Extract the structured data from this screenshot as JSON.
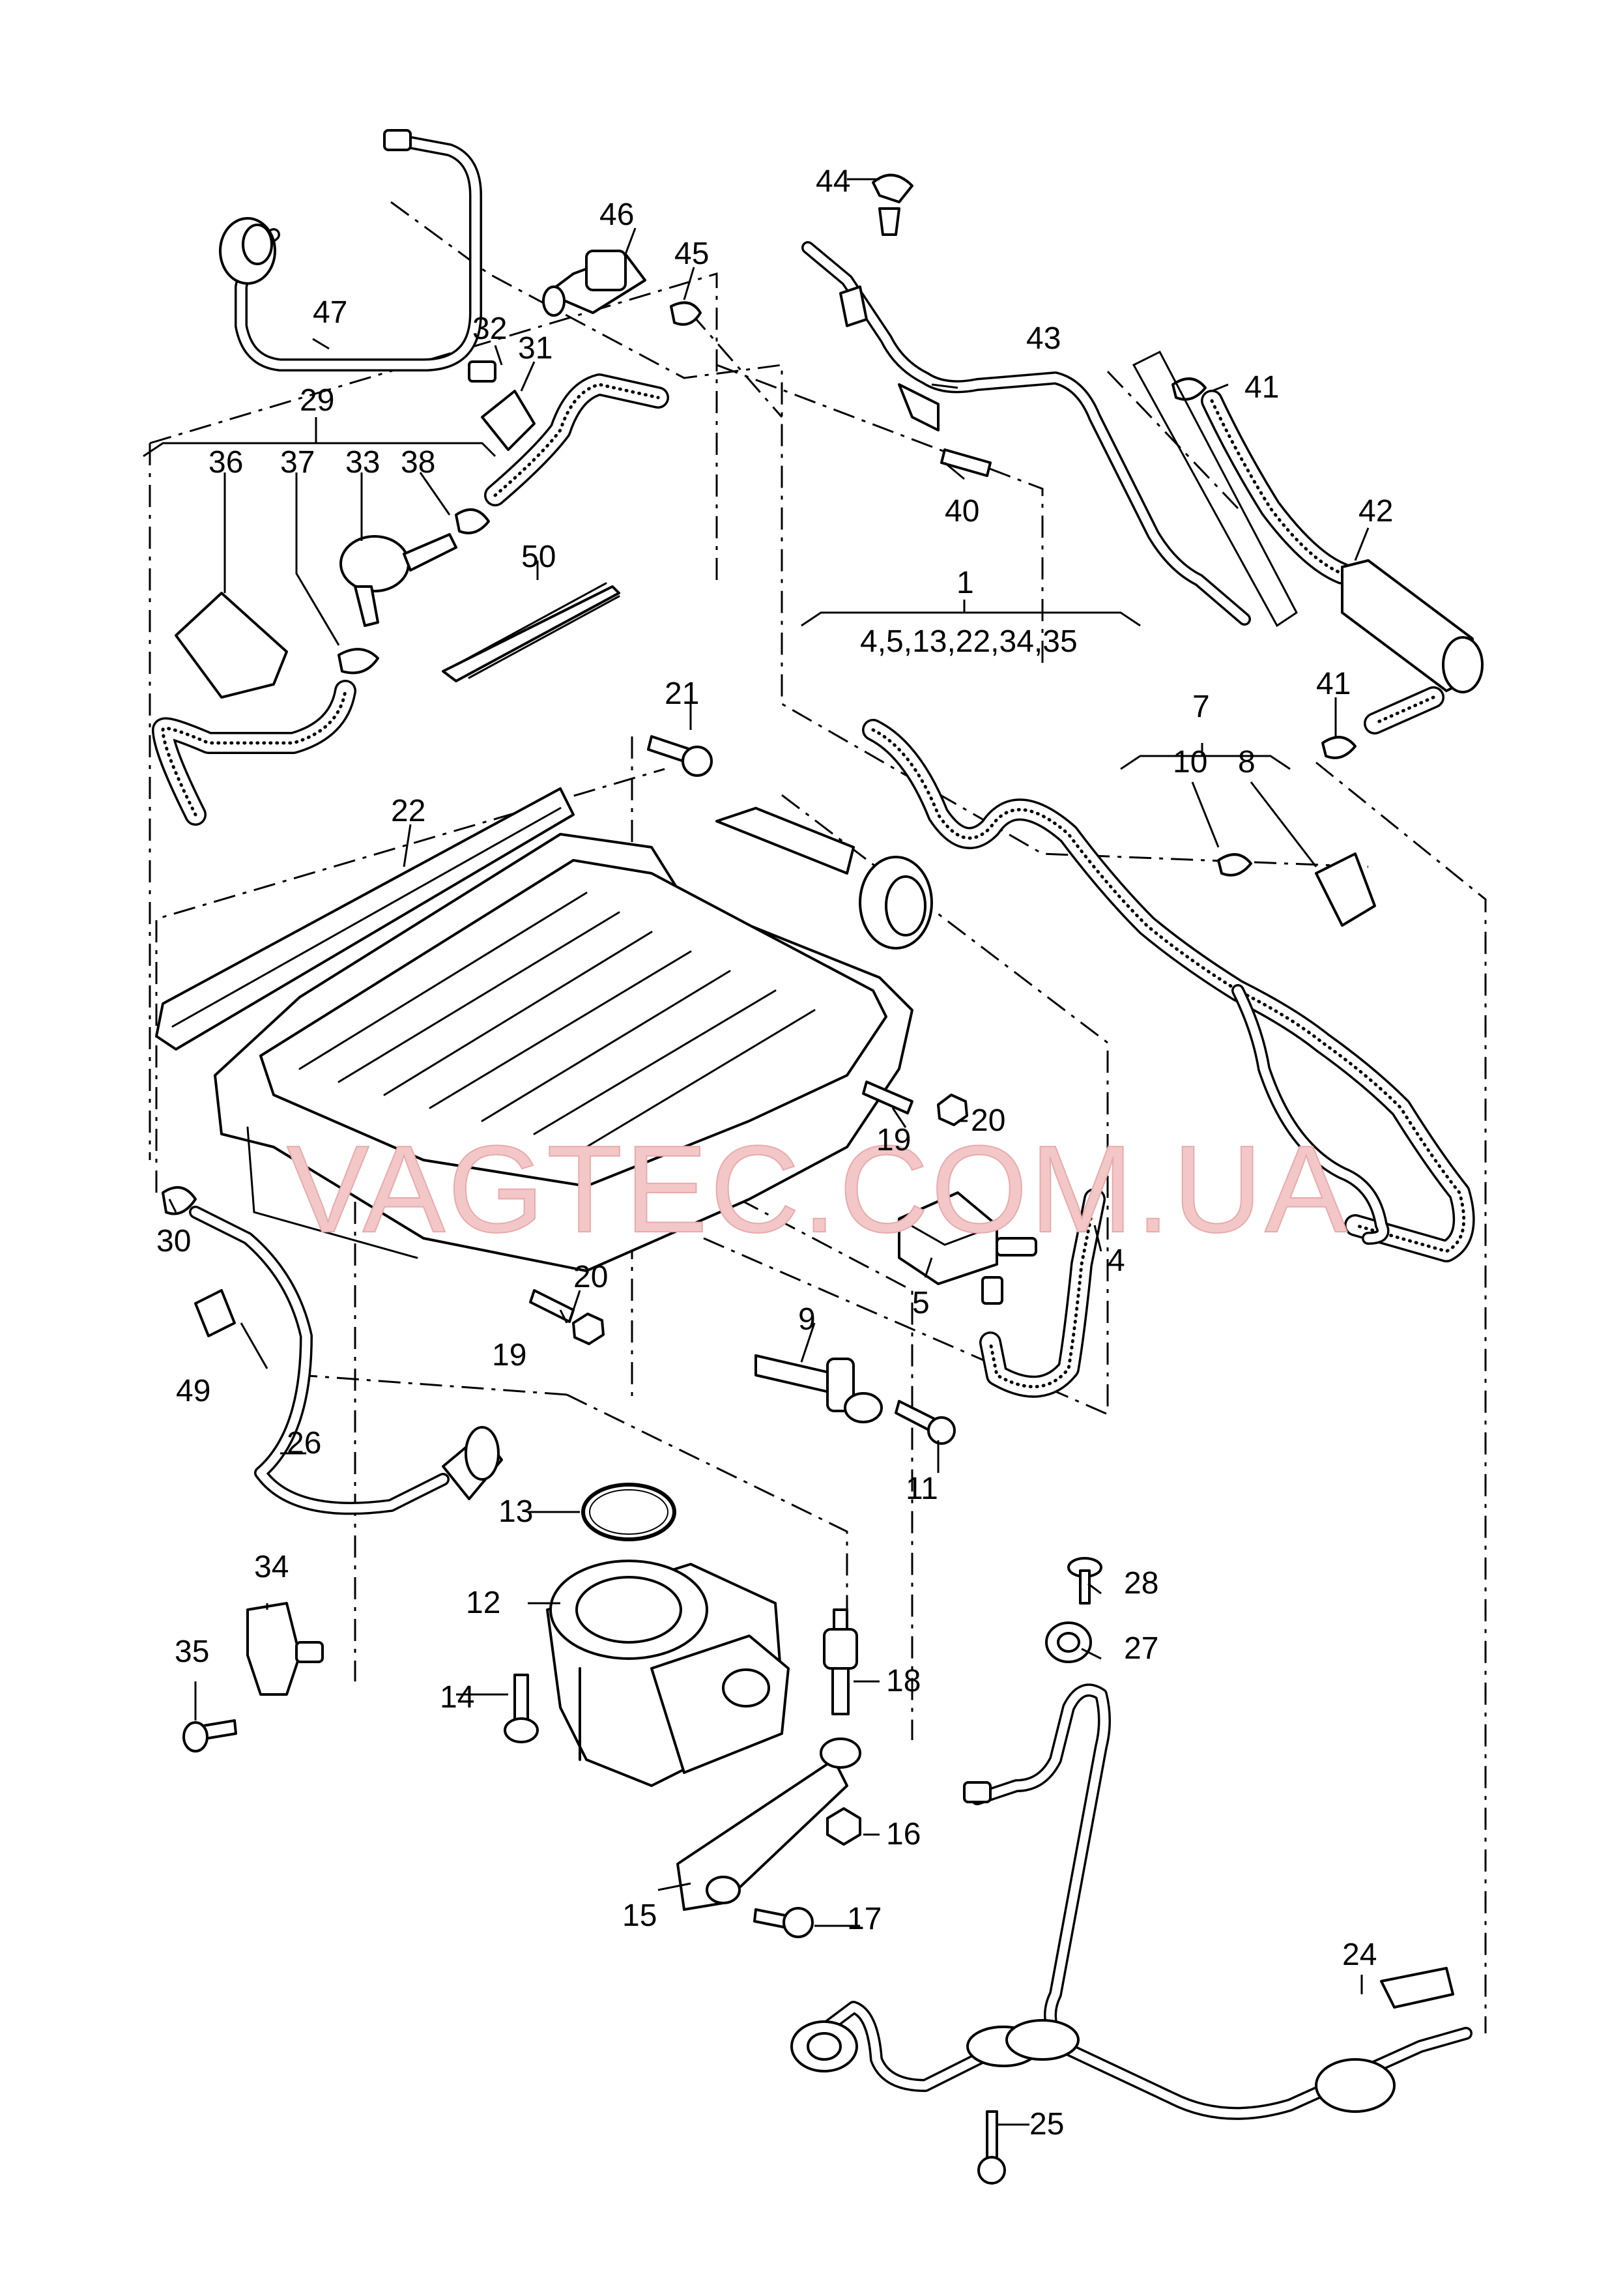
{
  "watermark": "VAGTEC.COM.UA",
  "colors": {
    "lines": "#000000",
    "background": "#ffffff",
    "watermark": "#f3c7c7"
  },
  "labels": {
    "l1": "1",
    "l1_sub": "4,5,13,22,34,35",
    "l4": "4",
    "l5": "5",
    "l7": "7",
    "l8": "8",
    "l9": "9",
    "l10": "10",
    "l11": "11",
    "l12": "12",
    "l13": "13",
    "l14": "14",
    "l15": "15",
    "l16": "16",
    "l17": "17",
    "l18": "18",
    "l19a": "19",
    "l19b": "19",
    "l20a": "20",
    "l20b": "20",
    "l21": "21",
    "l22": "22",
    "l24": "24",
    "l25": "25",
    "l26": "26",
    "l27": "27",
    "l28": "28",
    "l29": "29",
    "l30": "30",
    "l31": "31",
    "l32": "32",
    "l33": "33",
    "l34": "34",
    "l35": "35",
    "l36": "36",
    "l37": "37",
    "l38": "38",
    "l40": "40",
    "l41a": "41",
    "l41b": "41",
    "l42": "42",
    "l43": "43",
    "l44": "44",
    "l45": "45",
    "l46": "46",
    "l47": "47",
    "l49": "49",
    "l50": "50"
  },
  "parts": {
    "intake_manifold": "intake-manifold",
    "throttle_body": "throttle-body",
    "pressure_valve": "pressure-valve",
    "breather_hoses": "breather-hose"
  }
}
